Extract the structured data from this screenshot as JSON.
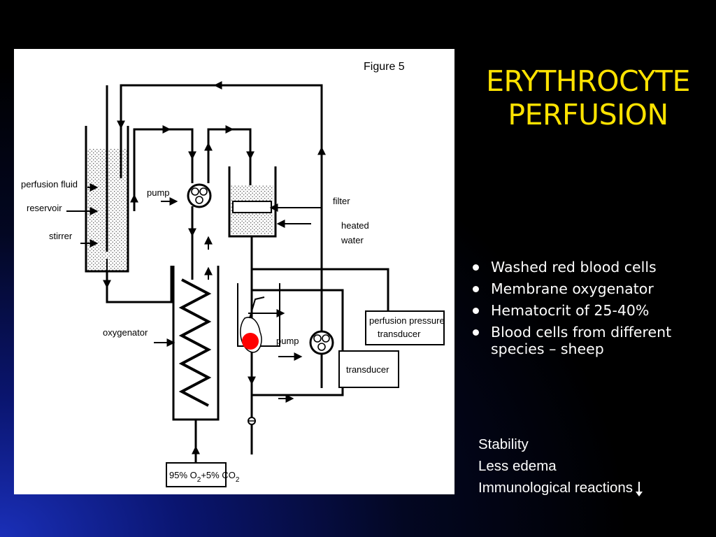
{
  "slide": {
    "title_line1": "ERYTHROCYTE",
    "title_line2": "PERFUSION",
    "bullets": [
      "Washed red blood cells",
      "Membrane oxygenator",
      "Hematocrit of 25-40%",
      "Blood cells from different species – sheep"
    ],
    "notes": [
      "Stability",
      "Less edema",
      "Immunological reactions"
    ],
    "colors": {
      "title": "#ffe300",
      "text": "#ffffff",
      "background": "#000000",
      "organ": "#ff0000"
    }
  },
  "figure": {
    "caption": "Figure 5",
    "labels": {
      "perfusion_fluid": "perfusion fluid",
      "reservoir": "reservoir",
      "stirrer": "stirrer",
      "pump_top": "pump",
      "oxygenator": "oxygenator",
      "filter": "filter",
      "heated": "heated",
      "water": "water",
      "pressure_line1": "perfusion pressure",
      "pressure_line2": "transducer",
      "pump_bottom": "pump",
      "transducer": "transducer",
      "gas_o2": "95% O",
      "gas_sub1": "2",
      "gas_mid": "+5% CO",
      "gas_sub2": "2"
    }
  }
}
